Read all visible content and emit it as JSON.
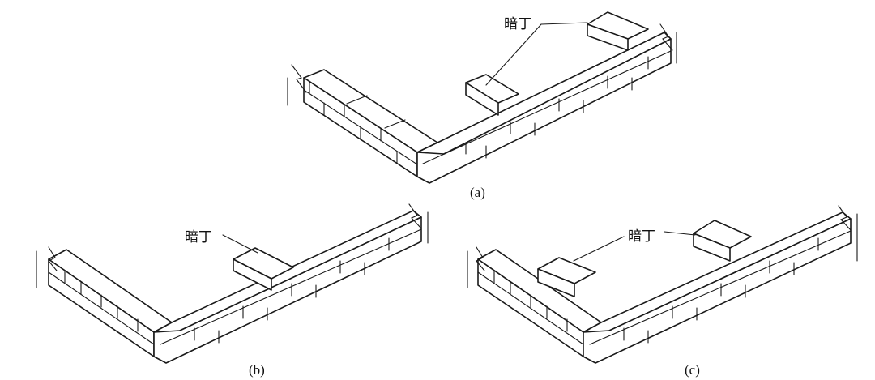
{
  "diagrams": [
    {
      "caption": "(a)",
      "label": "暗丁"
    },
    {
      "caption": "(b)",
      "label": "暗丁"
    },
    {
      "caption": "(c)",
      "label": "暗丁"
    }
  ]
}
